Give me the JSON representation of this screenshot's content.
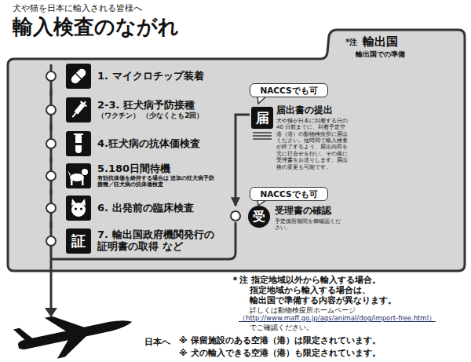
{
  "diagram": {
    "title": "輸入検査のながれ",
    "nodes": [
      {
        "text": [
          "輸出国",
          "輸出国での準備"
        ]
      },
      {
        "text": [
          "1. マイクロチップ装着"
        ],
        "in": 0
      },
      {
        "text": [
          "2-3. 狂犬病予防接種",
          "（ワクチン） （少なくとも2回）"
        ],
        "in": 0
      },
      {
        "text": [
          "4.狂犬病の抗体価検査"
        ],
        "in": 0
      },
      {
        "text": [
          "5.180日間待機",
          "有効抗体価を維持する場合は 追加の狂犬病予防接種／狂犬病の抗体価検査"
        ],
        "in": 0
      },
      {
        "text": [
          "6. 出発前の臨床検査"
        ],
        "in": 0
      },
      {
        "text": [
          "7. 輸出国政府機関発行の 証明書の取得 など"
        ],
        "in": 0
      },
      {
        "text": [
          "NACCSでも可"
        ],
        "in": 0
      },
      {
        "text": [
          "届出書の提出",
          "犬や猫が日本に到着する日の40 日前までに、到着予定空港（港）の動物検疫所に届出ください。短時間で輸入検査が終了するよう、届出内容を元に打合せを行い、その後に受理書をお送りします。届出後の変更も可能です。"
        ],
        "in": 0
      },
      {
        "text": [
          "NACCSでも可"
        ],
        "in": 0
      },
      {
        "text": [
          "受理書の確認",
          "予定係留期間を御確認ください。"
        ],
        "in": 0
      }
    ],
    "edges": [
      {
        "from": 1,
        "to": 2,
        "arrow": "none"
      },
      {
        "from": 2,
        "to": 3,
        "arrow": "none"
      },
      {
        "from": 3,
        "to": 4,
        "arrow": "none"
      },
      {
        "from": 4,
        "to": 5,
        "arrow": "none"
      },
      {
        "from": 5,
        "to": 6,
        "arrow": "none"
      },
      {
        "from": 8,
        "to": 10,
        "arrow": "to"
      }
    ],
    "labels": [
      "犬や猫を日本に輸入される皆様へ",
      "*注",
      "届",
      "受",
      "証",
      "＊注 指定地域以外から輸入する場合。",
      "指定地域から輸入する場合は、",
      "輸出国で準備する内容が異なります。",
      "詳しくは動物検疫所ホームページ",
      "（http://www.maff.go.jp/aqs/animal/dog/import-free.html）",
      "でご確認ください。",
      "日本へ",
      "※ 保留施設のある空港（港）は限定されています。",
      "※ 犬の輸入できる空港（港）も限定されています。"
    ]
  }
}
